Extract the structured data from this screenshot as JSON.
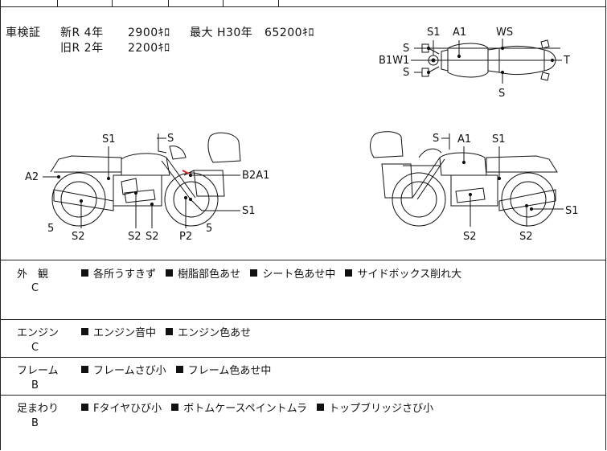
{
  "header": {
    "inspection_label": "車検証",
    "new_reading": "新R 4年",
    "new_distance": "2900ｷﾛ",
    "old_reading": "旧R 2年",
    "old_distance": "2200ｷﾛ",
    "max_reading": "最大 H30年",
    "max_distance": "65200ｷﾛ"
  },
  "diagram_labels": {
    "top_view": {
      "s_top": "S",
      "s1": "S1",
      "a1": "A1",
      "ws": "WS",
      "b1w1": "B1W1",
      "s_bottom_left": "S",
      "t": "T",
      "s_bottom": "S"
    },
    "left_view": {
      "s": "S",
      "s1": "S1",
      "a2": "A2",
      "b2a1": "B2A1",
      "s1_right": "S1",
      "n5_left": "5",
      "s2_a": "S2",
      "s2_b": "S2",
      "s2_c": "S2",
      "p2": "P2",
      "n5_right": "5"
    },
    "right_view": {
      "s": "S",
      "a1": "A1",
      "s1": "S1",
      "s1_right": "S1",
      "s2_a": "S2",
      "s2_b": "S2"
    }
  },
  "sections": [
    {
      "label": "外　観",
      "grade": "C",
      "items": [
        "各所うすきず",
        "樹脂部色あせ",
        "シート色あせ中",
        "サイドボックス削れ大"
      ]
    },
    {
      "label": "エンジン",
      "grade": "C",
      "items": [
        "エンジン音中",
        "エンジン色あせ"
      ]
    },
    {
      "label": "フレーム",
      "grade": "B",
      "items": [
        "フレームさび小",
        "フレーム色あせ中"
      ]
    },
    {
      "label": "足まわり",
      "grade": "B",
      "items": [
        "Fタイヤひび小",
        "ボトムケースペイントムラ",
        "トップブリッジさび小"
      ]
    }
  ]
}
